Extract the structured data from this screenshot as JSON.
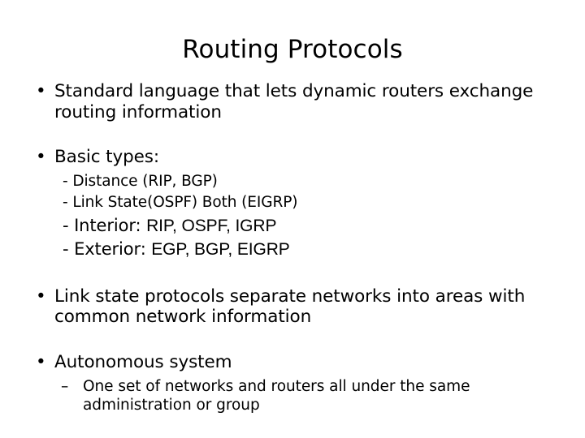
{
  "slide": {
    "title": "Routing Protocols",
    "background_color": "#ffffff",
    "text_color": "#000000",
    "bullets": [
      {
        "marker": "•",
        "text": "Standard language that lets dynamic routers exchange routing information"
      },
      {
        "marker": "•",
        "text": "Basic types:",
        "sub_lines": [
          {
            "marker": "-",
            "text": "Distance (RIP, BGP)"
          },
          {
            "marker": "-",
            "text": "Link State(OSPF) Both (EIGRP)"
          },
          {
            "marker": "-",
            "prefix": "Interior: ",
            "caps": "RIP, OSPF, IGRP"
          },
          {
            "marker": "-",
            "prefix": "Exterior: ",
            "caps": "EGP, BGP, EIGRP"
          }
        ]
      },
      {
        "marker": "•",
        "text": "Link state protocols separate networks into areas with common network information"
      },
      {
        "marker": "•",
        "text": "Autonomous system",
        "sub_bullet": {
          "marker": "–",
          "text": "One set of networks and routers all under the same administration or group"
        }
      }
    ]
  }
}
